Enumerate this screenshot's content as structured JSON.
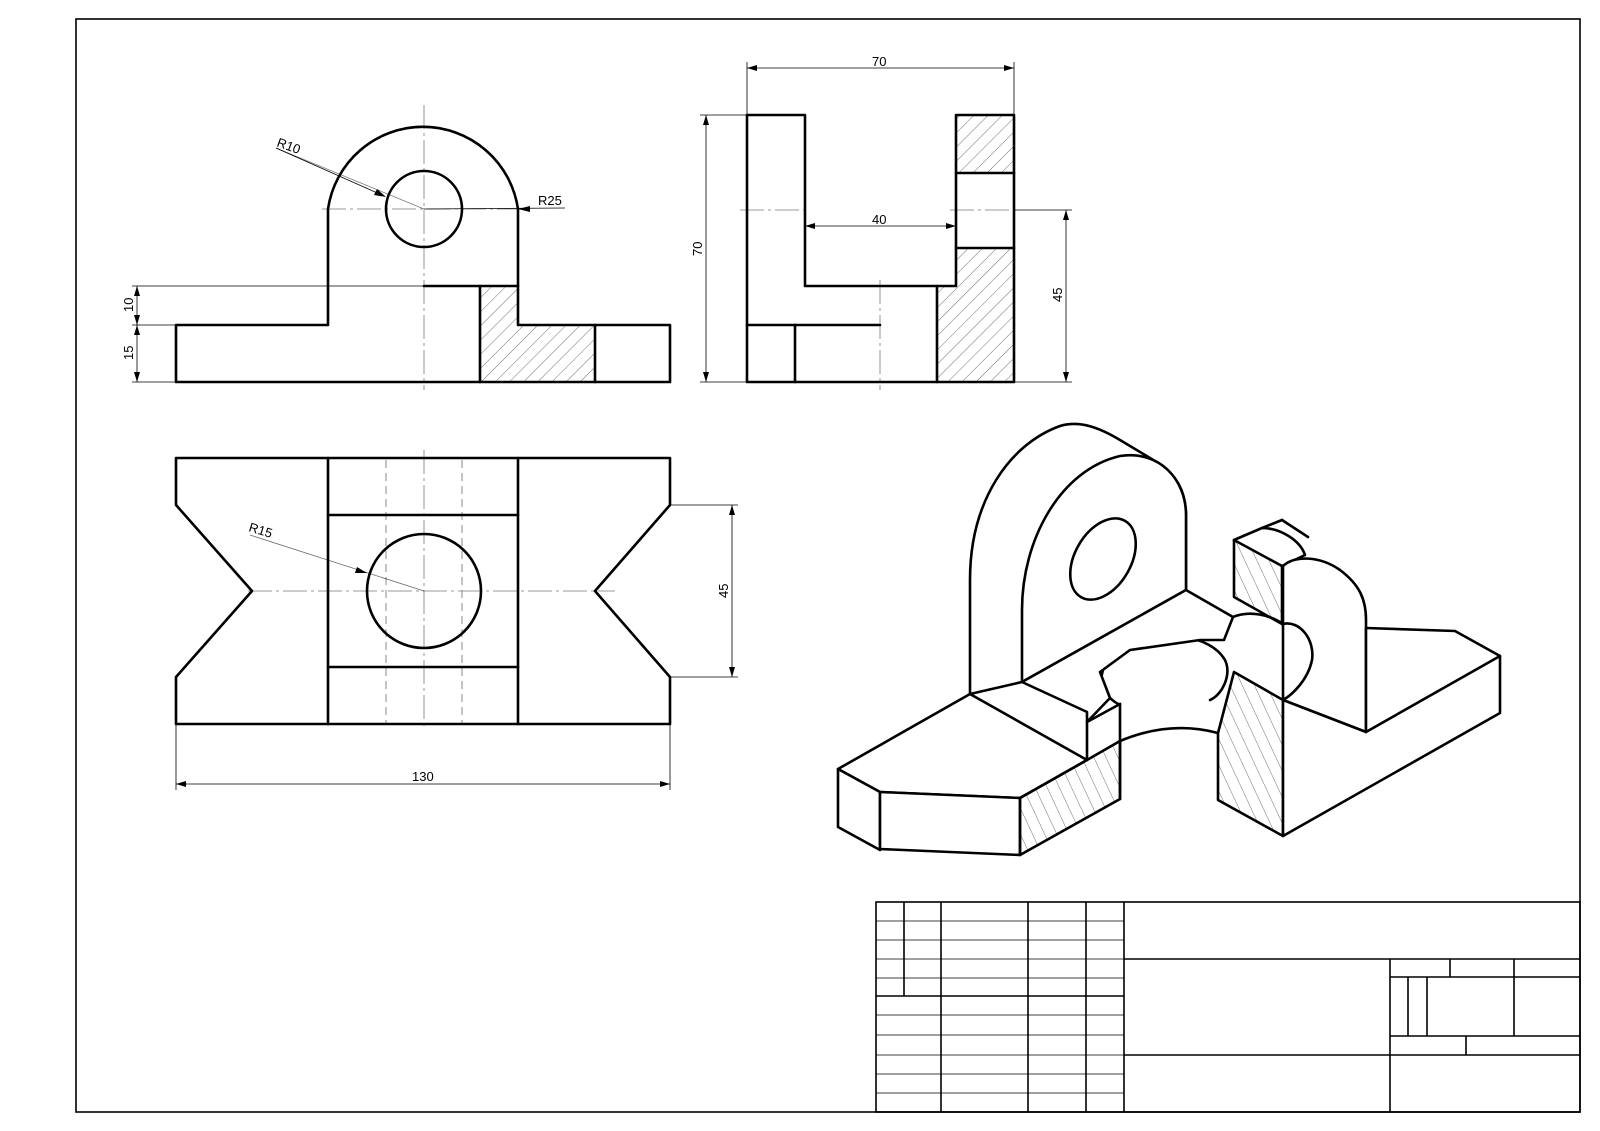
{
  "dimensions": {
    "front_radius_small": "R10",
    "front_radius_large": "R25",
    "front_height_upper": "10",
    "front_height_lower": "15",
    "side_width": "70",
    "side_height": "70",
    "side_slot_width": "40",
    "side_height_45": "45",
    "top_radius": "R15",
    "top_width_45": "45",
    "top_length": "130"
  },
  "colors": {
    "line": "#000000",
    "centerline": "#7a7a7a",
    "hatch": "#333333"
  }
}
